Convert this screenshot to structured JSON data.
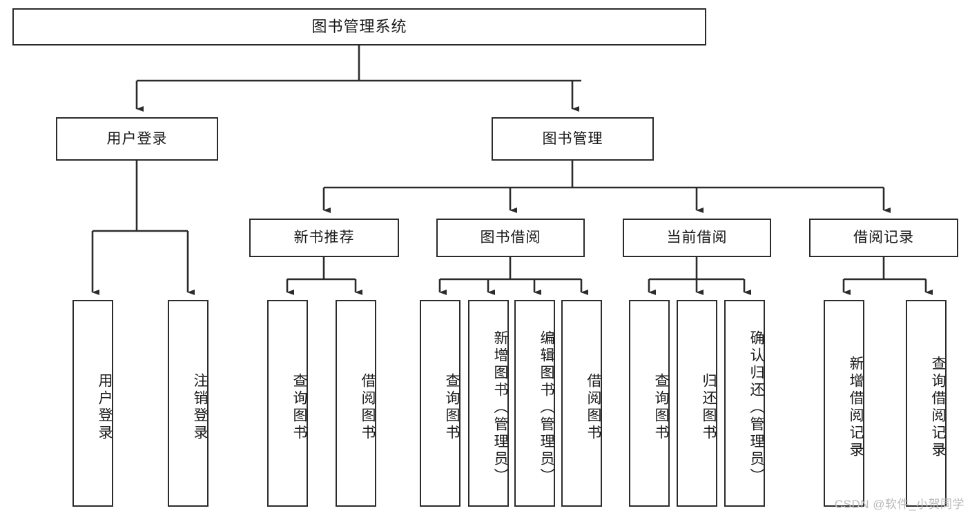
{
  "diagram": {
    "title": "图书管理系统",
    "type": "hierarchy-tree",
    "orientation": "top-down",
    "levels": 4,
    "colors": {
      "box_border": "#2b2b2b",
      "box_fill": "#ffffff",
      "connector": "#2b2b2b",
      "background": "#ffffff",
      "watermark": "#b9b9b9"
    }
  },
  "nodes": {
    "root": {
      "label": "图书管理系统"
    },
    "level2": [
      {
        "id": "user-login",
        "label": "用户登录"
      },
      {
        "id": "book-management",
        "label": "图书管理"
      }
    ],
    "level3": [
      {
        "id": "new-book-recommend",
        "label": "新书推荐"
      },
      {
        "id": "book-borrow",
        "label": "图书借阅"
      },
      {
        "id": "current-borrow",
        "label": "当前借阅"
      },
      {
        "id": "borrow-record",
        "label": "借阅记录"
      }
    ],
    "leaves": {
      "user-login": [
        {
          "id": "leaf-user-login",
          "label": "用户登录"
        },
        {
          "id": "leaf-logout-login",
          "label": "注销登录"
        }
      ],
      "new-book-recommend": [
        {
          "id": "leaf-query-book-1",
          "label": "查询图书"
        },
        {
          "id": "leaf-borrow-book-1",
          "label": "借阅图书"
        }
      ],
      "book-borrow": [
        {
          "id": "leaf-query-book-2",
          "label": "查询图书"
        },
        {
          "id": "leaf-add-book-admin",
          "label": "新增图书（管理员）"
        },
        {
          "id": "leaf-edit-book-admin",
          "label": "编辑图书（管理员）"
        },
        {
          "id": "leaf-borrow-book-2",
          "label": "借阅图书"
        }
      ],
      "current-borrow": [
        {
          "id": "leaf-query-book-3",
          "label": "查询图书"
        },
        {
          "id": "leaf-return-book",
          "label": "归还图书"
        },
        {
          "id": "leaf-confirm-return-admin",
          "label": "确认归还（管理员）"
        }
      ],
      "borrow-record": [
        {
          "id": "leaf-add-borrow-record",
          "label": "新增借阅记录"
        },
        {
          "id": "leaf-query-borrow-record",
          "label": "查询借阅记录"
        }
      ]
    }
  },
  "watermark": {
    "text": "CSDN @软件_小贺同学"
  }
}
